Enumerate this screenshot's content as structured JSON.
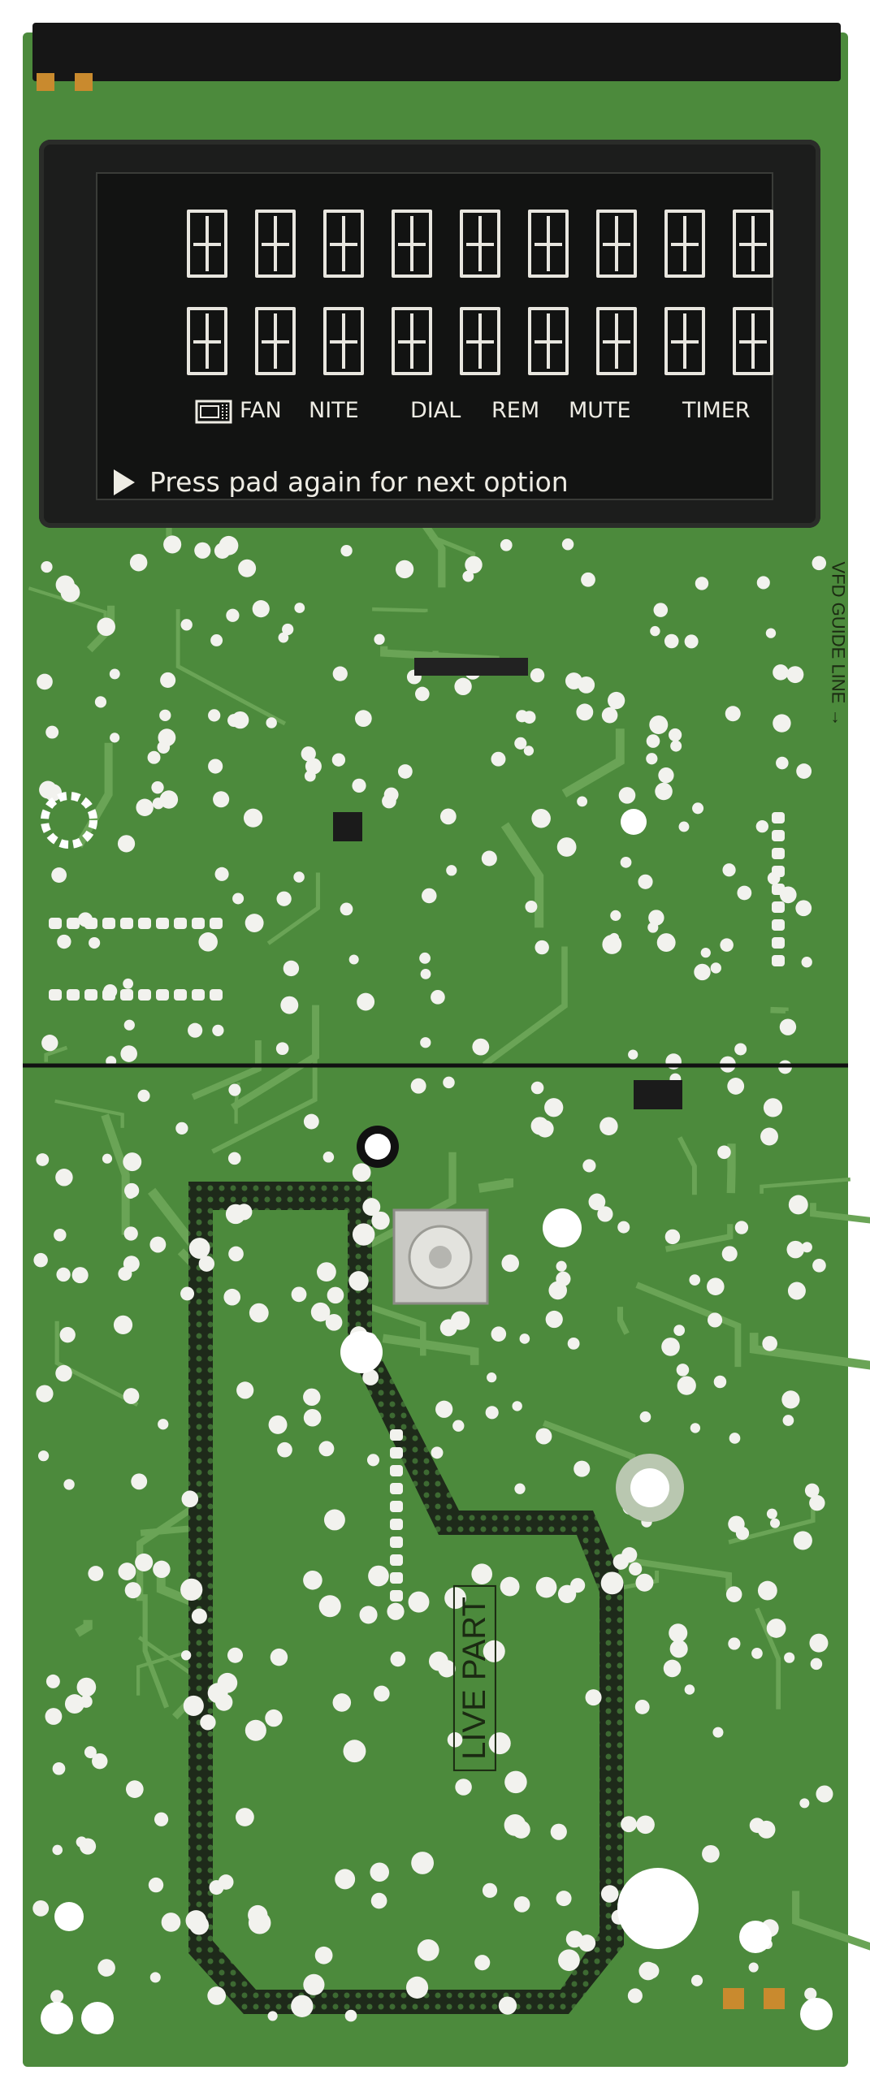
{
  "display": {
    "row1_digits": 9,
    "row2_digits": 9,
    "indicators": [
      "FAN",
      "NITE",
      "DIAL",
      "REM",
      "MUTE",
      "TIMER"
    ],
    "indicator_icon": "microwave-icon",
    "prompt_icon": "play-triangle-icon",
    "prompt": "Press pad again for next option"
  },
  "silkscreen": {
    "live_part": "LIVE PART",
    "vfd_guide": "VFD GUIDE LINE →"
  },
  "colors": {
    "board": "#4c8a3c",
    "trace": "#6aa456",
    "pad": "#f2f2ee",
    "display": "#1c1d1c",
    "segment": "#e8e6df",
    "hatch": "#1e2a1a",
    "gold_pad": "#c98a2e"
  }
}
